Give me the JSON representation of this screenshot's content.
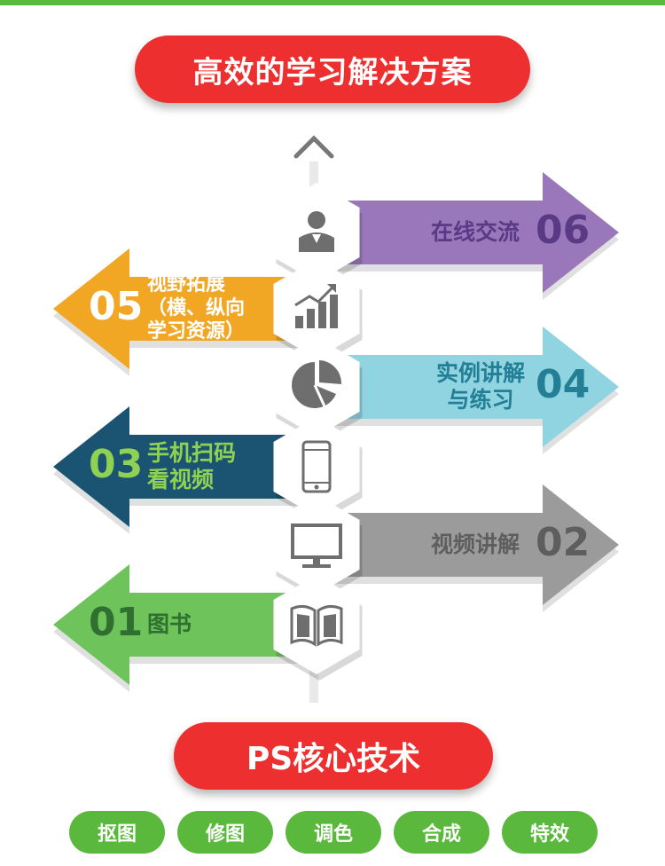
{
  "header": {
    "title": "高效的学习解决方案"
  },
  "steps": [
    {
      "num": "06",
      "line1": "在线交流",
      "line2": "",
      "line3": "",
      "icon": "person-icon",
      "color": "#9a77bb",
      "text_color": "#5a3a84"
    },
    {
      "num": "05",
      "line1": "视野拓展",
      "line2": "（横、纵向",
      "line3": "学习资源）",
      "icon": "bar-chart-icon",
      "color": "#f2a724",
      "text_color": "#ffffff"
    },
    {
      "num": "04",
      "line1": "实例讲解",
      "line2": "与练习",
      "line3": "",
      "icon": "pie-chart-icon",
      "color": "#8fd4e0",
      "text_color": "#237f95"
    },
    {
      "num": "03",
      "line1": "手机扫码",
      "line2": "看视频",
      "line3": "",
      "icon": "phone-icon",
      "color": "#1a5472",
      "text_color": "#8fd152"
    },
    {
      "num": "02",
      "line1": "视频讲解",
      "line2": "",
      "line3": "",
      "icon": "monitor-icon",
      "color": "#9b9b9b",
      "text_color": "#5e5e5e"
    },
    {
      "num": "01",
      "line1": "图书",
      "line2": "",
      "line3": "",
      "icon": "book-icon",
      "color": "#6ec45a",
      "text_color": "#2f6f30"
    }
  ],
  "section": {
    "title": "PS核心技术"
  },
  "tags": [
    "抠图",
    "修图",
    "调色",
    "合成",
    "特效"
  ]
}
